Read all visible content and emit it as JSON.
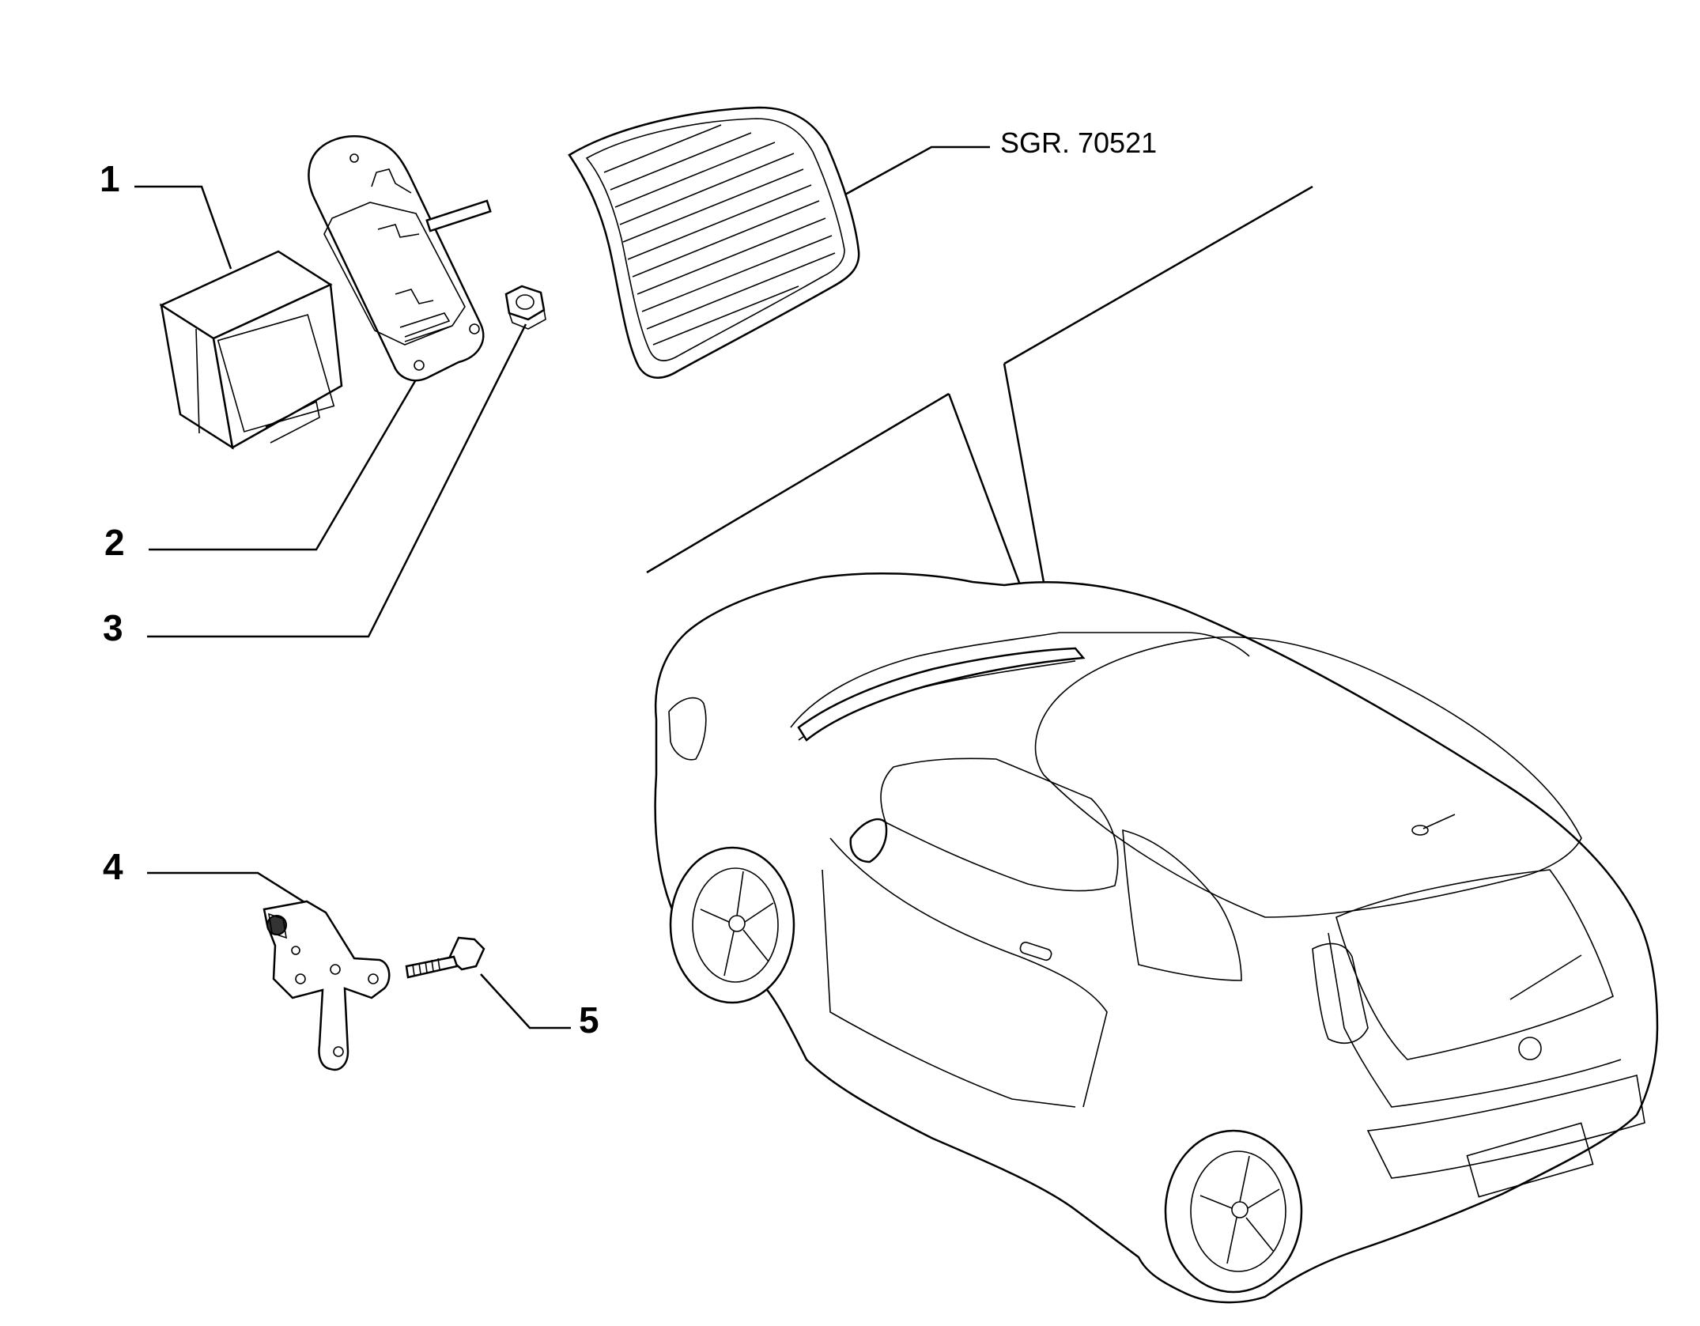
{
  "callouts": {
    "c1": "1",
    "c2": "2",
    "c3": "3",
    "c4": "4",
    "c5": "5"
  },
  "reference": "SGR. 70521",
  "colors": {
    "line": "#000000",
    "background": "#ffffff"
  }
}
